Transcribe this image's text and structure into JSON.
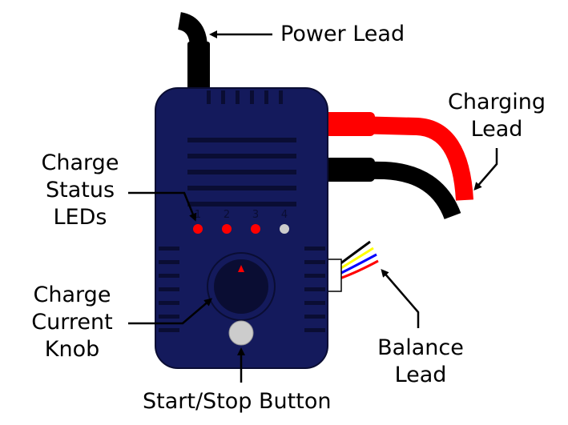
{
  "labels": {
    "power_lead": "Power Lead",
    "charging_lead_1": "Charging",
    "charging_lead_2": "Lead",
    "status_1": "Charge",
    "status_2": "Status",
    "status_3": "LEDs",
    "knob_1": "Charge",
    "knob_2": "Current",
    "knob_3": "Knob",
    "balance_1": "Balance",
    "balance_2": "Lead",
    "button": "Start/Stop Button"
  },
  "leds": [
    {
      "number": "1",
      "color": "#ff0000"
    },
    {
      "number": "2",
      "color": "#ff0000"
    },
    {
      "number": "3",
      "color": "#ff0000"
    },
    {
      "number": "4",
      "color": "#cccccc"
    }
  ],
  "colors": {
    "body": "#141a5c",
    "body_outline": "#0a0d33",
    "vent": "#0a0d33",
    "cable_black": "#000000",
    "cable_red": "#ff0000",
    "knob": "#0a0d33",
    "knob_indicator": "#ff0000",
    "button": "#cccccc",
    "balance_wires": [
      "#000000",
      "#ffff00",
      "#0000ff",
      "#ff0000"
    ]
  }
}
